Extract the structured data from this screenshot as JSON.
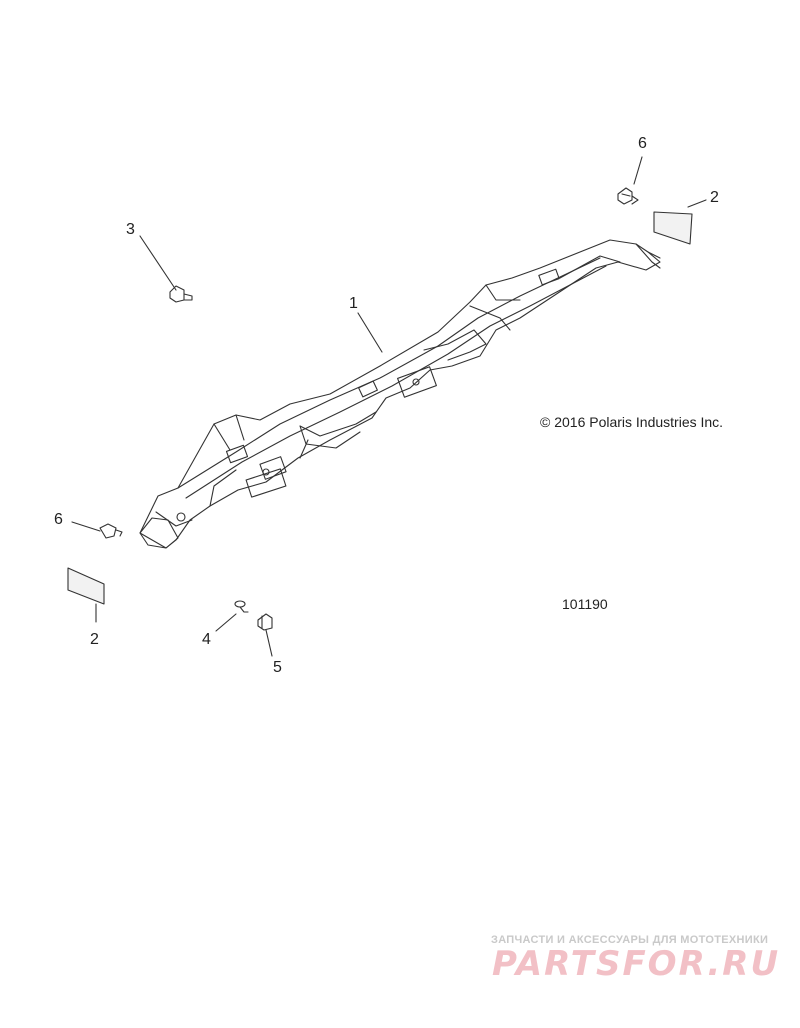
{
  "callouts": {
    "c1": "1",
    "c2_right": "2",
    "c2_left": "2",
    "c3": "3",
    "c4": "4",
    "c5": "5",
    "c6_top": "6",
    "c6_left": "6"
  },
  "copyright": "© 2016 Polaris Industries Inc.",
  "drawing_number": "101190",
  "watermark": {
    "subtitle": "ЗАПЧАСТИ И АКСЕССУАРЫ ДЛЯ МОТОТЕХНИКИ",
    "brand": "PARTSFOR.RU",
    "colors": {
      "brand": "#f2c0c6",
      "subtitle": "#c9c9c9"
    }
  }
}
